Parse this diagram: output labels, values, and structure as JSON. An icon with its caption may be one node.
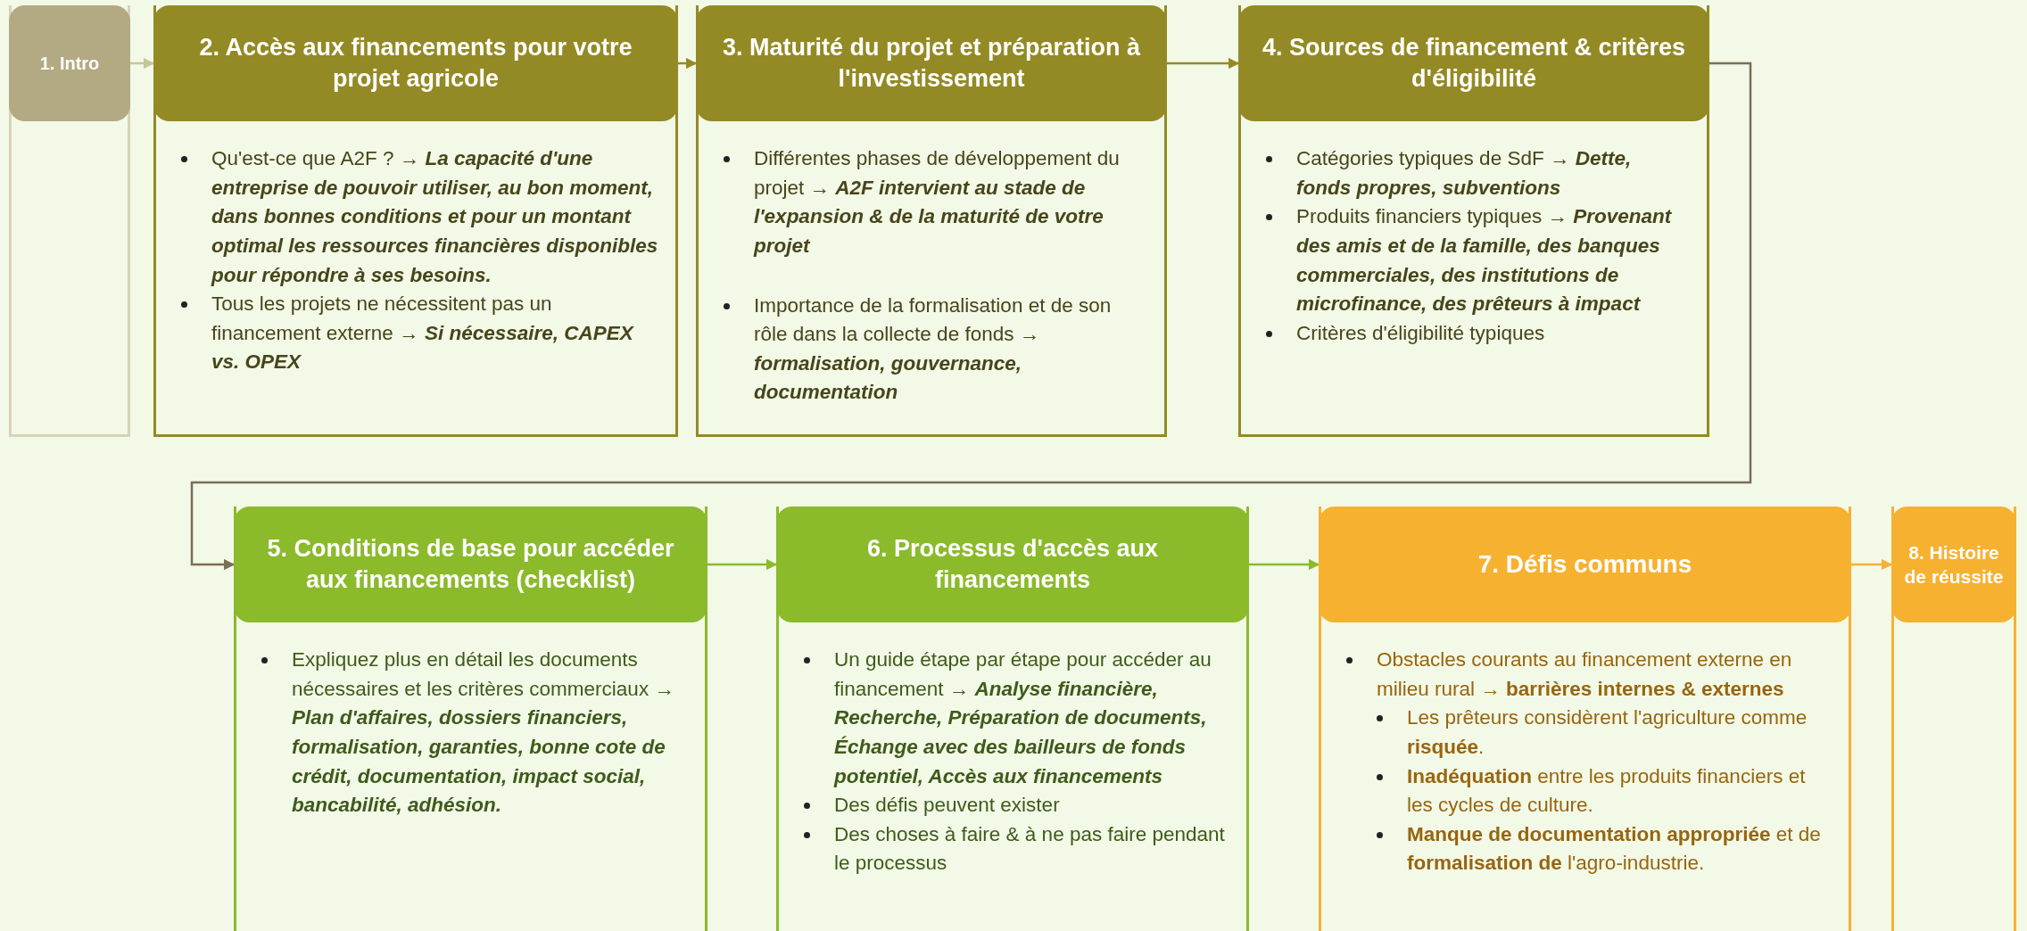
{
  "diagram": {
    "nodes": [
      {
        "text": [
          "1. Intro"
        ]
      },
      {
        "text": [
          "2. Accès aux financements pour votre projet agricole",
          "Qu'est-ce que A2F ? → **La capacité d'une entreprise de pouvoir utiliser, au bon moment, dans bonnes conditions et pour un montant optimal les ressources financières disponibles pour répondre à ses besoins.**",
          "Tous les projets ne nécessitent pas un financement externe → **Si nécessaire, CAPEX vs. OPEX**"
        ]
      },
      {
        "text": [
          "3. Maturité du projet et préparation à l'investissement",
          "Différentes phases de développement du projet → **A2F intervient au stade de l'expansion & de la maturité de votre projet**",
          "Importance de la formalisation et de son rôle dans la collecte de fonds → **formalisation, gouvernance, documentation**"
        ]
      },
      {
        "text": [
          "4. Sources de financement & critères d'éligibilité",
          "Catégories typiques de SdF → **Dette, fonds propres, subventions**",
          "Produits financiers typiques → **Provenant des amis et de la famille, des banques commerciales, des institutions de microfinance, des prêteurs à impact**",
          "Critères d'éligibilité typiques"
        ]
      },
      {
        "text": [
          "5. Conditions de base pour accéder aux financements (checklist)",
          "Expliquez plus en détail les documents nécessaires et les critères commerciaux → **Plan d'affaires, dossiers financiers, formalisation, garanties, bonne cote de crédit, documentation, impact social, bancabilité, adhésion.**"
        ]
      },
      {
        "text": [
          "6. Processus d'accès aux financements",
          "Un guide étape par étape pour accéder au financement → **Analyse financière, Recherche, Préparation de documents, Échange avec des bailleurs de fonds potentiel, Accès aux financements**",
          "Des défis peuvent exister",
          "Des choses à faire & à ne pas faire pendant le processus"
        ]
      },
      {
        "text": [
          "7. Défis communs",
          "Obstacles courants au financement externe en milieu rural → **barrières internes & externes**",
          "Les prêteurs considèrent l'agriculture comme **risquée**.",
          "**Inadéquation** entre les produits financiers et les cycles de culture.",
          "**Manque de documentation appropriée** et de **formalisation de** l'agro-industrie."
        ]
      },
      {
        "text": [
          "8. Histoire de réussite"
        ]
      }
    ],
    "edges": [
      {
        "from": 0,
        "to": 1,
        "arrow": "to",
        "color": "#c9c59a"
      },
      {
        "from": 1,
        "to": 2,
        "arrow": "to",
        "color": "#948a25"
      },
      {
        "from": 2,
        "to": 3,
        "arrow": "to",
        "color": "#948a25"
      },
      {
        "from": 3,
        "to": 4,
        "arrow": "to",
        "color": "#7a6e55"
      },
      {
        "from": 4,
        "to": 5,
        "arrow": "to",
        "color": "#8bba2b"
      },
      {
        "from": 5,
        "to": 6,
        "arrow": "to",
        "color": "#8bba2b"
      },
      {
        "from": 6,
        "to": 7,
        "arrow": "to",
        "color": "#f7b131"
      }
    ]
  }
}
